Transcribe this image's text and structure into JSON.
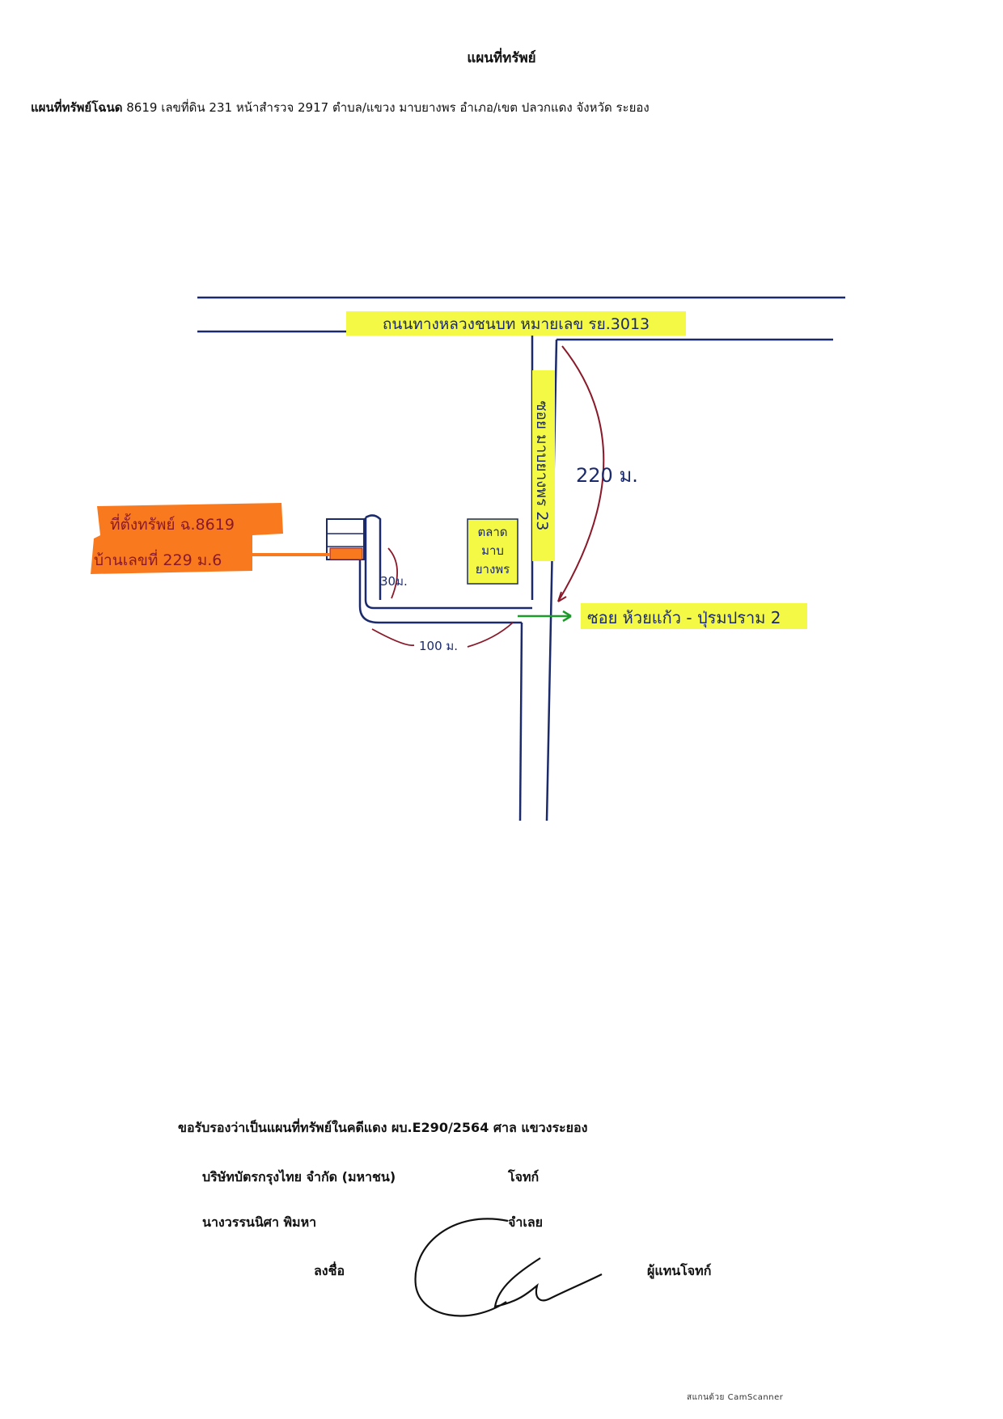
{
  "document": {
    "title": "แผนที่ทรัพย์",
    "header_bold": "แผนที่ทรัพย์โฉนด",
    "header_rest": " 8619 เลขที่ดิน 231 หน้าสำรวจ 2917 ตำบล/แขวง มาบยางพร  อำเภอ/เขต ปลวกแดง จังหวัด ระยอง"
  },
  "map": {
    "main_road_label": "ถนนทางหลวงชนบท หมายเลข รย.3013",
    "soi_vertical_label": "ซอย มาบยางพร 23",
    "distance_220": "220 ม.",
    "market_label_1": "ตลาด",
    "market_label_2": "มาบ",
    "market_label_3": "ยางพร",
    "property_label_1": "ที่ตั้งทรัพย์ ฉ.8619",
    "property_label_2": "บ้านเลขที่ 229 ม.6",
    "distance_30": "30ม.",
    "distance_100": "100 ม.",
    "side_road_label": "ซอย ห้วยแก้ว - ปุ่รมปราม 2",
    "colors": {
      "highlight_yellow": "#f4f946",
      "highlight_orange": "#f97a1e",
      "arrow_green": "#1c9a2a",
      "ink_red": "#8a1a2a",
      "ink_navy": "#1b2a6b"
    }
  },
  "certification": {
    "statement": "ขอรับรองว่าเป็นแผนที่ทรัพย์ในคดีแดง  ผบ.E290/2564  ศาล  แขวงระยอง",
    "plaintiff_name": "บริษัทบัตรกรุงไทย จำกัด (มหาชน)",
    "plaintiff_role": "โจทก์",
    "defendant_name": "นางวรรนนิศา พิมหา",
    "defendant_role": "จำเลย",
    "sign_label": "ลงชื่อ",
    "sign_role": "ผู้แทนโจทก์"
  },
  "footer": {
    "scanner_text": "สแกนด้วย CamScanner"
  }
}
